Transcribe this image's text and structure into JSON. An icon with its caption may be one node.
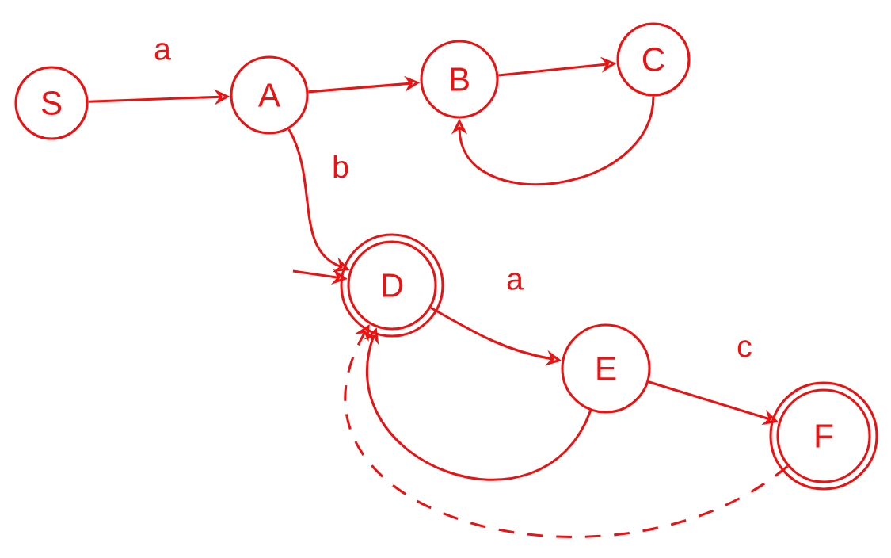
{
  "diagram": {
    "nodes": [
      {
        "text": [
          "S"
        ]
      },
      {
        "text": [
          "A"
        ]
      },
      {
        "text": [
          "B"
        ]
      },
      {
        "text": [
          "C"
        ]
      },
      {
        "text": [
          "D"
        ]
      },
      {
        "text": [
          "E"
        ]
      },
      {
        "text": [
          "F"
        ]
      }
    ],
    "edges": [
      {
        "from": 0,
        "to": 1,
        "arrow": "to",
        "label": "a"
      },
      {
        "from": 1,
        "to": 2,
        "arrow": "to"
      },
      {
        "from": 2,
        "to": 3,
        "arrow": "to"
      },
      {
        "from": 3,
        "to": 2,
        "arrow": "to"
      },
      {
        "from": 1,
        "to": 4,
        "arrow": "to",
        "label": "b"
      },
      {
        "from": null,
        "to": 4,
        "arrow": "to"
      },
      {
        "from": 4,
        "to": 5,
        "arrow": "to",
        "label": "a"
      },
      {
        "from": 5,
        "to": 6,
        "arrow": "to",
        "label": "c"
      },
      {
        "from": 5,
        "to": 4,
        "arrow": "to"
      },
      {
        "from": 6,
        "to": 4,
        "arrow": "to",
        "style": "dashed"
      }
    ]
  }
}
